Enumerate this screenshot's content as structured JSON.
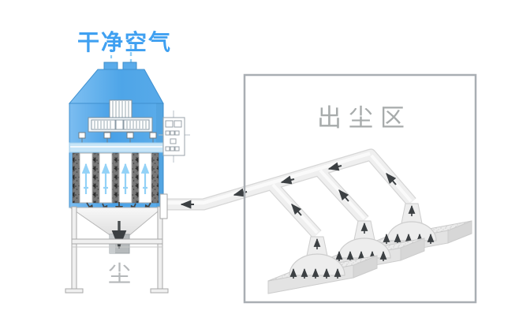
{
  "labels": {
    "clean_air": "干净空气",
    "dust_area": "出尘区",
    "dust_outlet": "尘"
  },
  "colors": {
    "clean_air_text": "#3fa0f1",
    "gray_text": "#a7abab",
    "dust_text": "#b5b8ba",
    "box_border": "#a9aeb3",
    "collector_blue": "#49a1e7",
    "collector_blue_light": "#7cbdf0",
    "collector_blue_right": "#5cadea",
    "hood_blue_light": "#7fc0f2",
    "hood_blue": "#4ea5e8",
    "outline_blue": "#4090cf",
    "tube_sheet_blue": "#c6e4f7",
    "bag_arrow_blue": "#93d2f7",
    "exhaust_dash_blue": "#8ecdf5",
    "dust_column_gray": "#787878",
    "duct_fill": "#efefef",
    "duct_edge": "#d6d6d6",
    "platform_gray": "#ebebeb",
    "dome_gray": "#ededed",
    "hopper_light": "#f8f8f8",
    "chute_gray": "#b6babc",
    "arrow_dark": "#3c4043"
  }
}
